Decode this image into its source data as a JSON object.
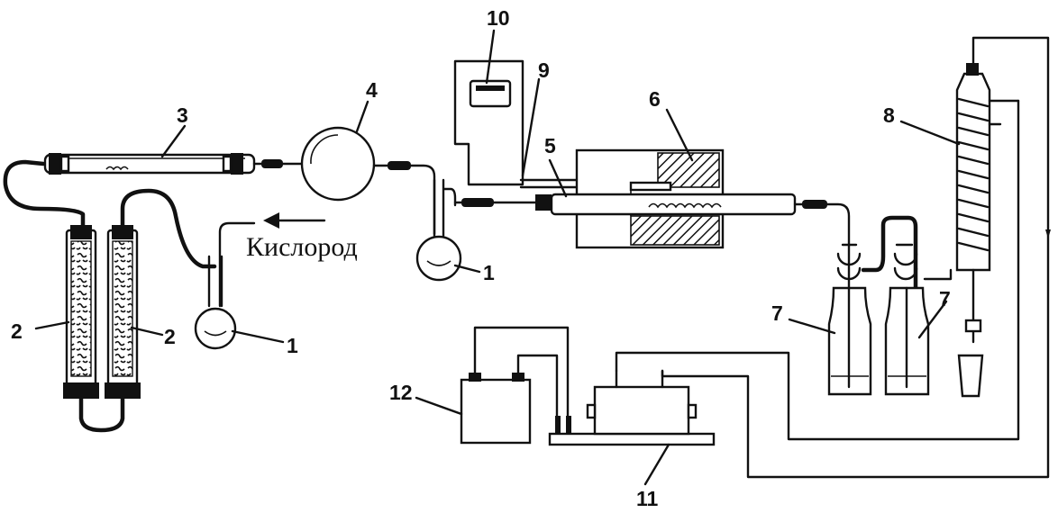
{
  "diagram": {
    "gas_label": "Кислород",
    "labels": {
      "one_center": "1",
      "one_left": "1",
      "two_left": "2",
      "two_right": "2",
      "three": "3",
      "four": "4",
      "five": "5",
      "six": "6",
      "seven_left": "7",
      "seven_right": "7",
      "eight": "8",
      "nine": "9",
      "ten": "10",
      "eleven": "11",
      "twelve": "12"
    }
  }
}
